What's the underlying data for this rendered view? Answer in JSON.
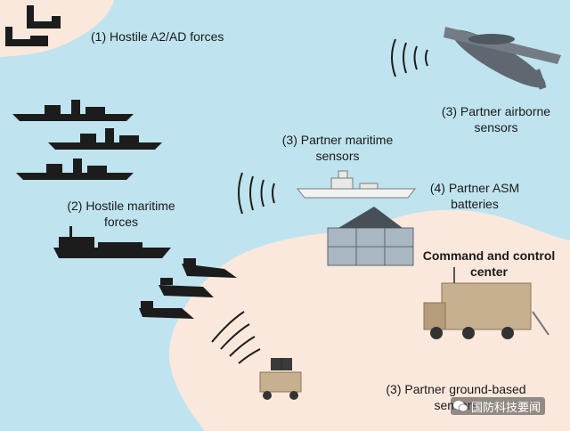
{
  "labels": {
    "hostile_a2ad": "(1) Hostile A2/AD forces",
    "hostile_maritime": [
      "(2) Hostile maritime",
      "forces"
    ],
    "partner_airborne": [
      "(3) Partner airborne",
      "sensors"
    ],
    "partner_maritime": [
      "(3) Partner maritime",
      "sensors"
    ],
    "partner_asm": [
      "(4) Partner ASM",
      "batteries"
    ],
    "command_control": [
      "Command and control",
      "center"
    ],
    "partner_ground": [
      "(3) Partner ground-based",
      "sensors"
    ]
  },
  "watermark": "国防科技要闻",
  "colors": {
    "sea": "#bfe3ef",
    "land": "#fbe8dc",
    "silhouette": "#1c1c1c",
    "grey_asset": "#6f7880",
    "tan_asset": "#c7b08f"
  }
}
